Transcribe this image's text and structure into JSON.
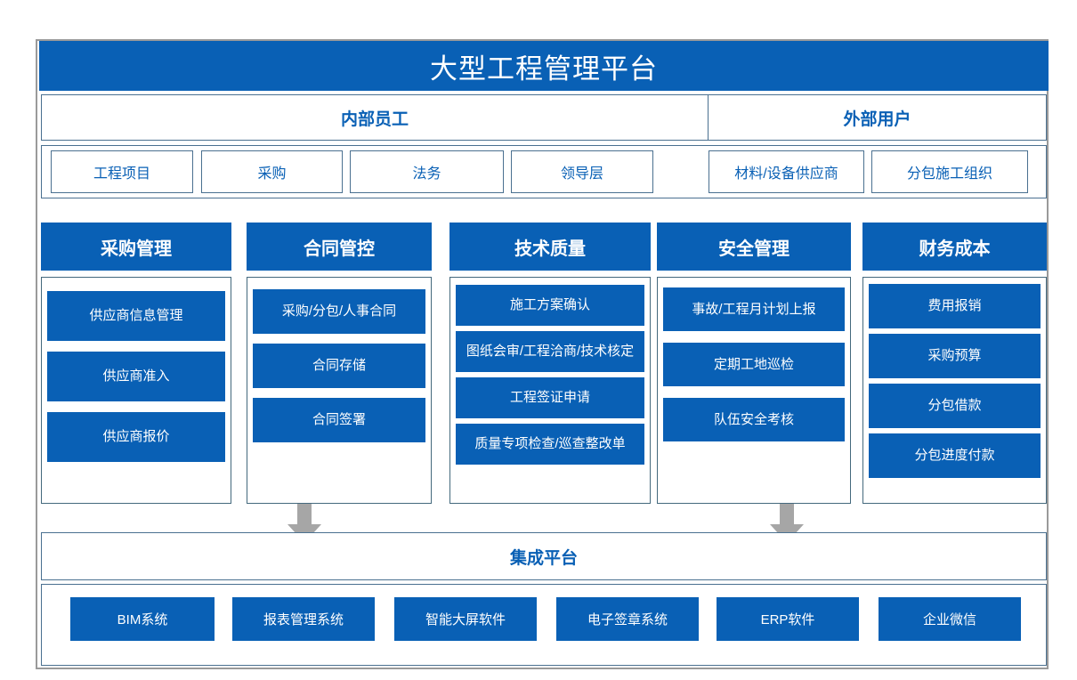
{
  "theme": {
    "brand_blue": "#0960B5",
    "border_blue": "#4A7090",
    "arrow_gray": "#A6A6A6",
    "frame_gray": "#9A9A9A",
    "text_white": "#FFFFFF"
  },
  "header": {
    "title": "大型工程管理平台"
  },
  "audience": {
    "internal_label": "内部员工",
    "external_label": "外部用户"
  },
  "roles": [
    {
      "label": "工程项目",
      "group": "internal"
    },
    {
      "label": "采购",
      "group": "internal"
    },
    {
      "label": "法务",
      "group": "internal"
    },
    {
      "label": "领导层",
      "group": "internal"
    },
    {
      "label": "材料/设备供应商",
      "group": "external"
    },
    {
      "label": "分包施工组织",
      "group": "external"
    }
  ],
  "modules": [
    {
      "title": "采购管理",
      "items": [
        "供应商信息管理",
        "供应商准入",
        "供应商报价"
      ]
    },
    {
      "title": "合同管控",
      "items": [
        "采购/分包/人事合同",
        "合同存储",
        "合同签署"
      ]
    },
    {
      "title": "技术质量",
      "items": [
        "施工方案确认",
        "图纸会审/工程洽商/技术核定",
        "工程签证申请",
        "质量专项检查/巡查整改单"
      ]
    },
    {
      "title": "安全管理",
      "items": [
        "事故/工程月计划上报",
        "定期工地巡检",
        "队伍安全考核"
      ]
    },
    {
      "title": "财务成本",
      "items": [
        "费用报销",
        "采购预算",
        "分包借款",
        "分包进度付款"
      ]
    }
  ],
  "arrows": [
    {
      "name": "arrow-down-contract"
    },
    {
      "name": "arrow-down-safety"
    }
  ],
  "integration": {
    "label": "集成平台"
  },
  "systems": [
    "BIM系统",
    "报表管理系统",
    "智能大屏软件",
    "电子签章系统",
    "ERP软件",
    "企业微信"
  ]
}
